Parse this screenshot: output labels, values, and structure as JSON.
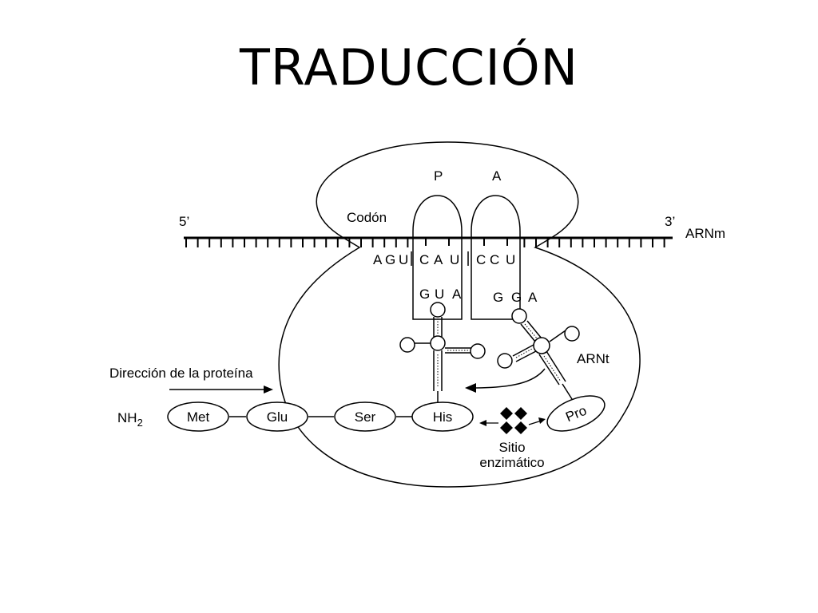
{
  "title": "TRADUCCIÓN",
  "labels": {
    "five_prime": "5’",
    "three_prime": "3’",
    "mrna": "ARNm",
    "codon": "Codón",
    "site_p": "P",
    "site_a": "A",
    "trna": "ARNt",
    "direction": "Dirección de la proteína",
    "nh2_main": "NH",
    "nh2_sub": "2",
    "enzyme_line1": "Sitio",
    "enzyme_line2": "enzimático"
  },
  "mrna_bases": [
    "A",
    "G",
    "U",
    "C",
    "A",
    "U",
    "C",
    "C",
    "U"
  ],
  "anticodon_p": [
    "G",
    "U",
    "A"
  ],
  "anticodon_a": [
    "G",
    "G",
    "A"
  ],
  "amino_acids": [
    "Met",
    "Glu",
    "Ser",
    "His"
  ],
  "incoming_amino_acid": "Pro"
}
